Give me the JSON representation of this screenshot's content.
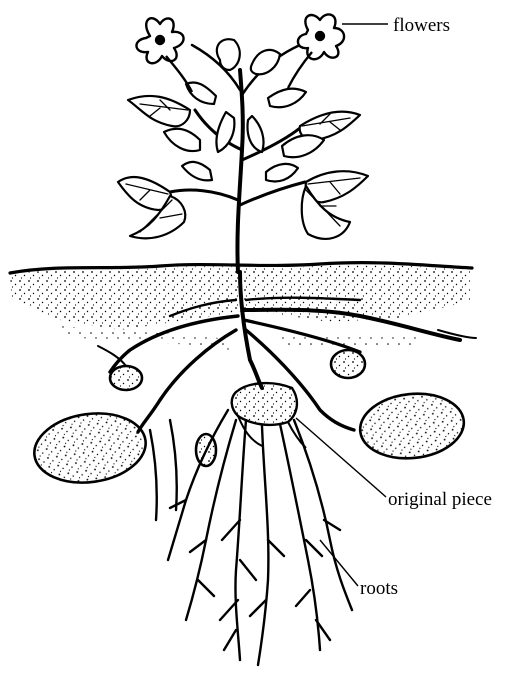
{
  "labels": {
    "flowers": "flowers",
    "original_piece": "original piece",
    "roots": "roots"
  },
  "colors": {
    "ink": "#000000",
    "background": "#ffffff"
  }
}
